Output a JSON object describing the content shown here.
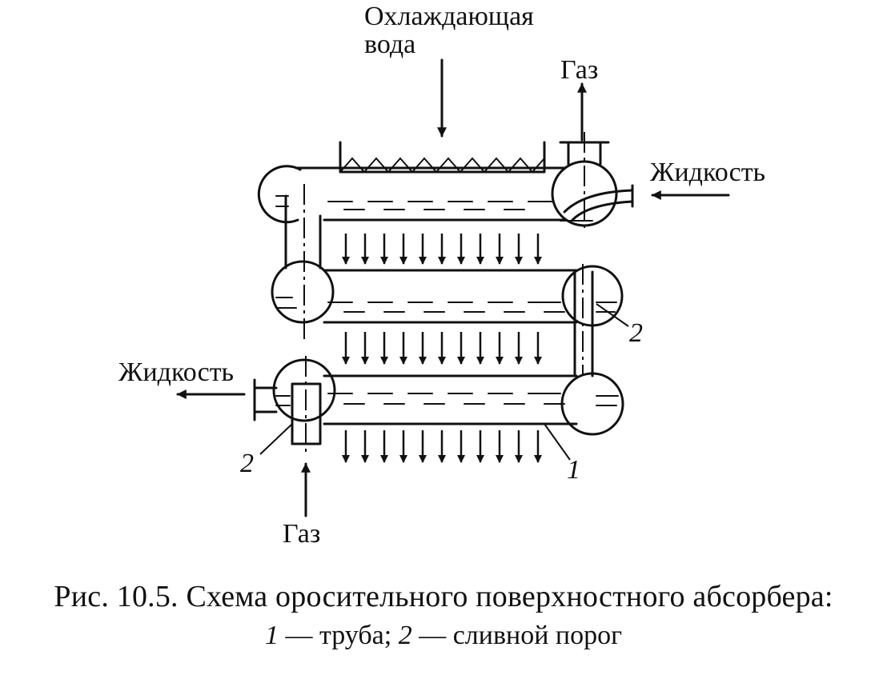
{
  "labels": {
    "cooling_water_line1": "Охлаждающая",
    "cooling_water_line2": "вода",
    "gas_out": "Газ",
    "gas_in": "Газ",
    "liquid_in": "Жидкость",
    "liquid_out": "Жидкость",
    "callout_1": "1",
    "callout_2_right": "2",
    "callout_2_left": "2"
  },
  "caption": {
    "title": "Рис. 10.5. Схема оросительного поверхностного абсорбера:",
    "item1_num": "1",
    "item1_text": " — труба; ",
    "item2_num": "2",
    "item2_text": " — сливной порог"
  }
}
